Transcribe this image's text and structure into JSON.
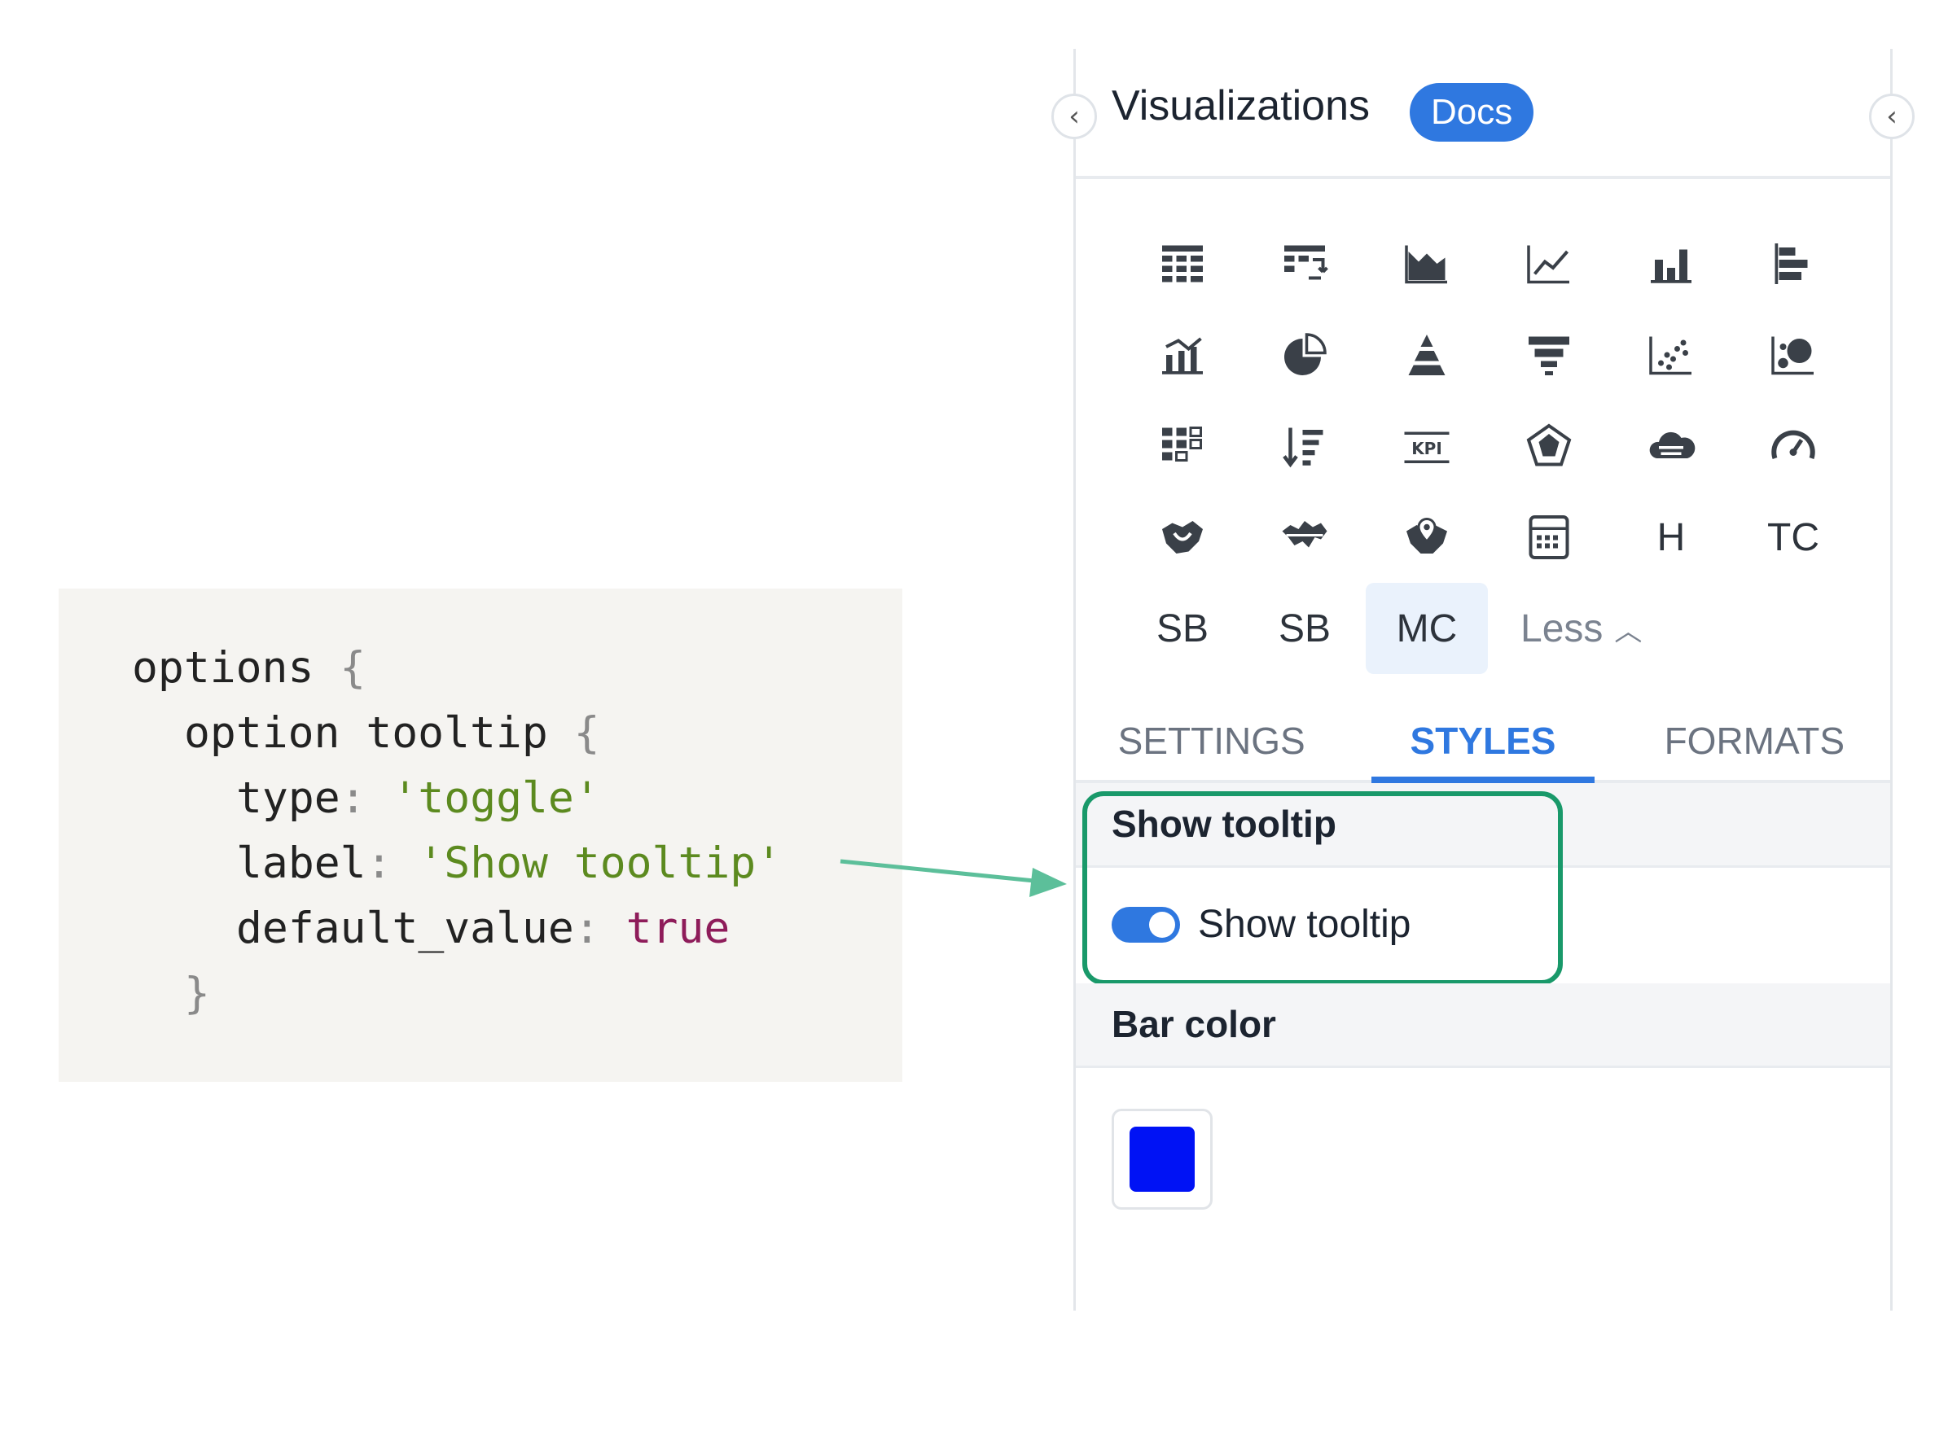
{
  "code": {
    "lines": [
      {
        "indent": 0,
        "parts": [
          {
            "t": "options ",
            "c": ""
          },
          {
            "t": "{",
            "c": "punct"
          }
        ]
      },
      {
        "indent": 1,
        "parts": [
          {
            "t": "option tooltip ",
            "c": ""
          },
          {
            "t": "{",
            "c": "punct"
          }
        ]
      },
      {
        "indent": 2,
        "parts": [
          {
            "t": "type",
            "c": ""
          },
          {
            "t": ": ",
            "c": "punct"
          },
          {
            "t": "'toggle'",
            "c": "str"
          }
        ]
      },
      {
        "indent": 2,
        "parts": [
          {
            "t": "label",
            "c": ""
          },
          {
            "t": ": ",
            "c": "punct"
          },
          {
            "t": "'Show tooltip'",
            "c": "str"
          }
        ]
      },
      {
        "indent": 2,
        "parts": [
          {
            "t": "default_value",
            "c": ""
          },
          {
            "t": ": ",
            "c": "punct"
          },
          {
            "t": "true",
            "c": "bool"
          }
        ]
      },
      {
        "indent": 1,
        "parts": [
          {
            "t": "}",
            "c": "punct"
          }
        ]
      }
    ]
  },
  "panel": {
    "title": "Visualizations",
    "docs_badge": "Docs",
    "collapse_left_icon": "chevron-left-icon",
    "collapse_right_icon": "chevron-left-icon",
    "viz_icons": [
      {
        "name": "table-icon"
      },
      {
        "name": "pivot-table-icon"
      },
      {
        "name": "area-chart-icon"
      },
      {
        "name": "line-chart-icon"
      },
      {
        "name": "column-chart-icon"
      },
      {
        "name": "bar-chart-icon"
      },
      {
        "name": "combo-chart-icon"
      },
      {
        "name": "pie-chart-icon"
      },
      {
        "name": "pyramid-chart-icon"
      },
      {
        "name": "funnel-chart-icon"
      },
      {
        "name": "scatter-chart-icon"
      },
      {
        "name": "bubble-chart-icon"
      },
      {
        "name": "heatmap-icon"
      },
      {
        "name": "sorted-bars-icon"
      },
      {
        "name": "kpi-icon",
        "text": "KPI"
      },
      {
        "name": "radar-chart-icon"
      },
      {
        "name": "word-cloud-icon"
      },
      {
        "name": "gauge-icon"
      },
      {
        "name": "region-map-icon"
      },
      {
        "name": "world-map-icon"
      },
      {
        "name": "point-map-icon"
      },
      {
        "name": "calendar-icon"
      }
    ],
    "viz_text_items": [
      "H",
      "TC",
      "SB",
      "SB",
      "MC"
    ],
    "selected_viz": "MC",
    "less_label": "Less",
    "tabs": [
      "SETTINGS",
      "STYLES",
      "FORMATS"
    ],
    "active_tab": "STYLES",
    "sections": {
      "tooltip_header": "Show tooltip",
      "tooltip_toggle_label": "Show tooltip",
      "tooltip_toggle_on": true,
      "bar_color_header": "Bar color",
      "bar_color_value": "#0012f5"
    }
  },
  "colors": {
    "accent": "#2f78e0",
    "highlight": "#19996a",
    "arrow": "#5cbf9a"
  }
}
